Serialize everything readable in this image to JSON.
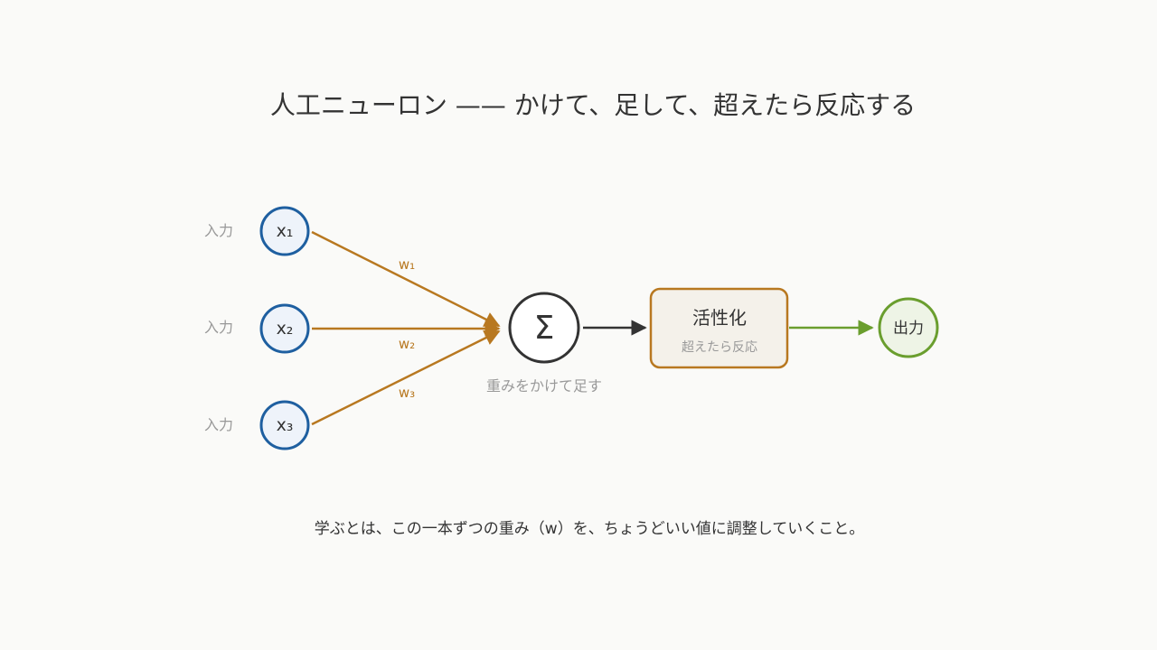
{
  "title": "人工ニューロン —— かけて、足して、超えたら反応する",
  "inputs": [
    {
      "side_label": "入力",
      "label": "x₁",
      "weight": "w₁"
    },
    {
      "side_label": "入力",
      "label": "x₂",
      "weight": "w₂"
    },
    {
      "side_label": "入力",
      "label": "x₃",
      "weight": "w₃"
    }
  ],
  "sum": {
    "symbol": "Σ",
    "caption": "重みをかけて足す"
  },
  "activation": {
    "title": "活性化",
    "subtitle": "超えたら反応"
  },
  "output": {
    "label": "出力"
  },
  "caption": "学ぶとは、この一本ずつの重み（w）を、ちょうどいい値に調整していくこと。",
  "colors": {
    "input_stroke": "#1e5fa0",
    "input_fill": "#eef3fa",
    "weight_line": "#b87820",
    "sum_stroke": "#333333",
    "activation_stroke": "#b87820",
    "activation_fill": "#f4f1ea",
    "output_stroke": "#6a9e2e",
    "output_fill": "#eef4e6",
    "text": "#333333",
    "muted_text": "#999999"
  }
}
